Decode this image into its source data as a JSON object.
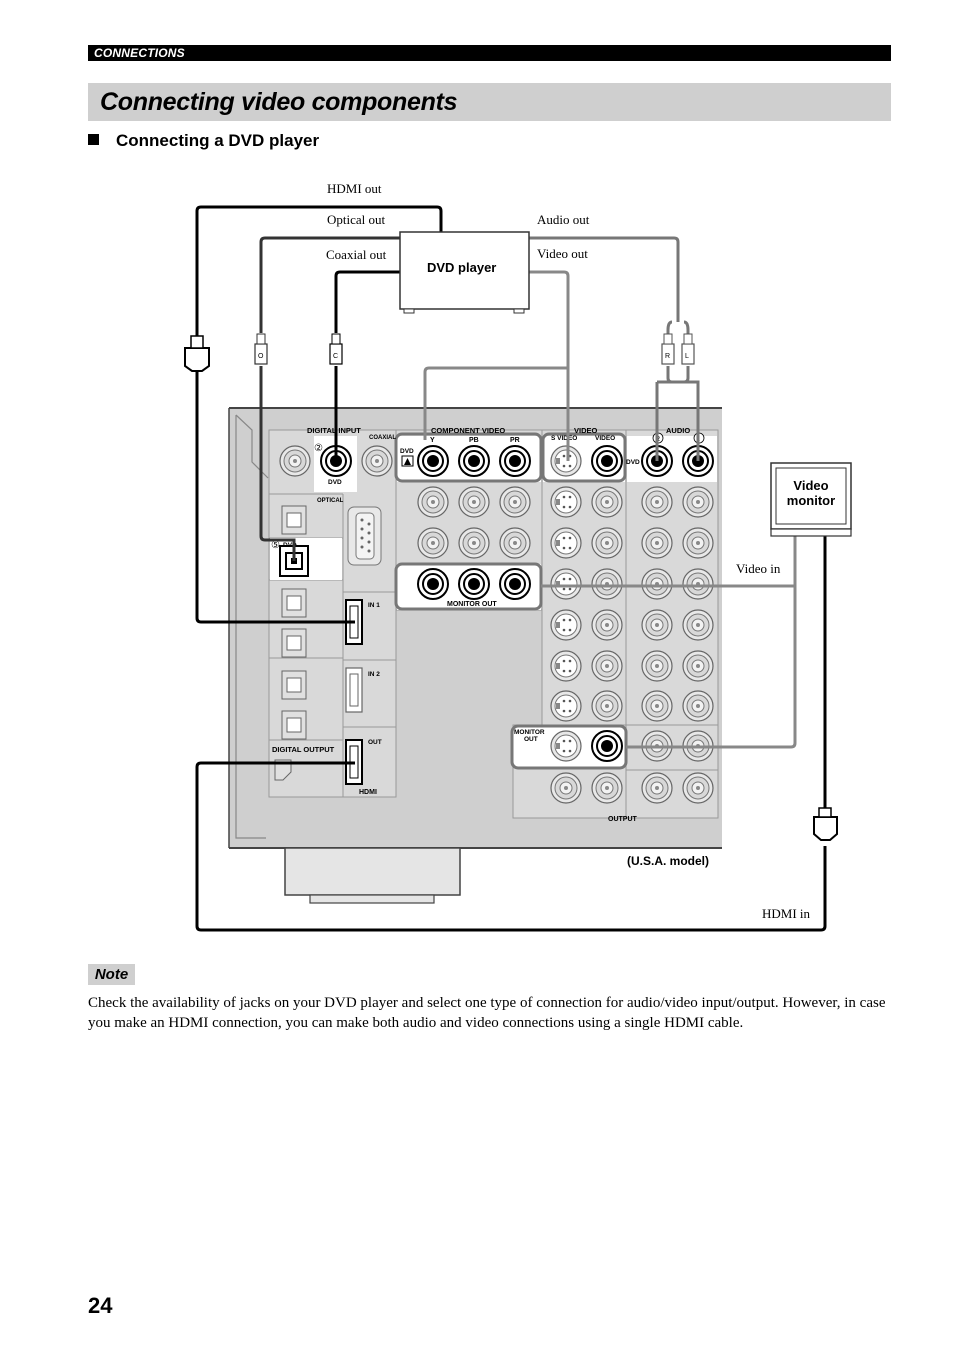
{
  "header": {
    "section": "CONNECTIONS"
  },
  "title": "Connecting video components",
  "subheading": "Connecting a DVD player",
  "diagram": {
    "source_labels": {
      "hdmi_out": "HDMI out",
      "optical_out": "Optical out",
      "coaxial_out": "Coaxial out",
      "audio_out": "Audio out",
      "video_out": "Video out"
    },
    "dvd_player": "DVD player",
    "video_monitor": [
      "Video",
      "monitor"
    ],
    "video_in": "Video in",
    "hdmi_in": "HDMI in",
    "model": "(U.S.A. model)",
    "plug_letters": {
      "optical": "O",
      "coaxial": "C",
      "right": "R",
      "left": "L"
    },
    "panel": {
      "digital_input": "DIGITAL INPUT",
      "coaxial": "COAXIAL",
      "dvd": "DVD",
      "optical": "OPTICAL",
      "dvd_opt": "DVD",
      "circle2": "②",
      "circle5": "⑤",
      "component_video": "COMPONENT VIDEO",
      "y": "Y",
      "pb": "PB",
      "pr": "PR",
      "dvd_comp": "DVD",
      "video_group": "VIDEO",
      "s_video": "S VIDEO",
      "video": "VIDEO",
      "audio": "AUDIO",
      "dvd_av": "DVD",
      "r": "R",
      "l": "L",
      "monitor_out": "MONITOR OUT",
      "monitor_out_2": [
        "MONITOR",
        "OUT"
      ],
      "in1": "IN 1",
      "in2": "IN 2",
      "out": "OUT",
      "hdmi": "HDMI",
      "digital_output": "DIGITAL OUTPUT",
      "output": "OUTPUT"
    }
  },
  "note": {
    "label": "Note",
    "text": "Check the availability of jacks on your DVD player and select one type of connection for audio/video input/output. However, in case you make an HDMI connection, you can make both audio and video connections using a single HDMI cable."
  },
  "page_number": "24"
}
